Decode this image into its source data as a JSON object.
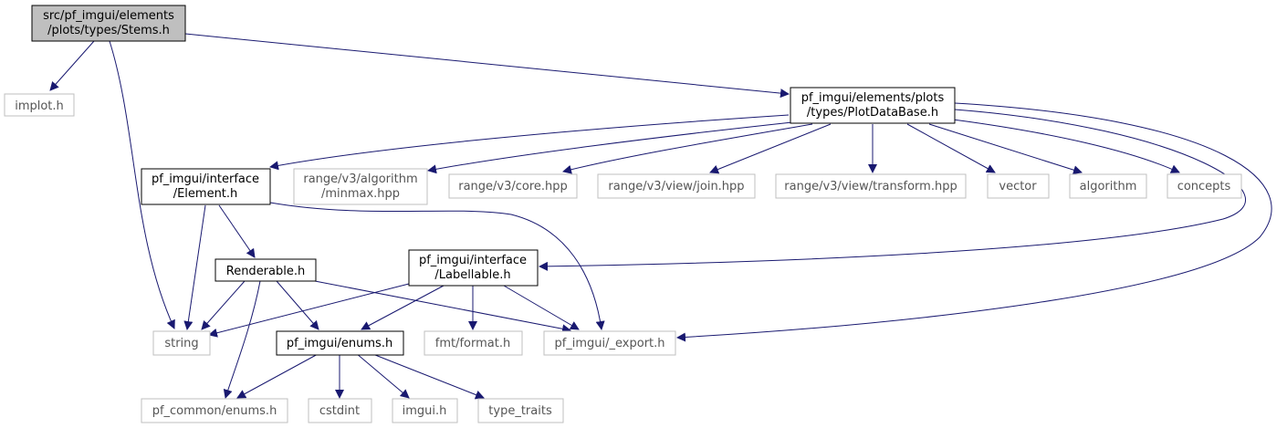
{
  "graph": {
    "nodes": {
      "stems": {
        "lines": [
          "src/pf_imgui/elements",
          "/plots/types/Stems.h"
        ]
      },
      "implot": {
        "lines": [
          "implot.h"
        ]
      },
      "plotdatabase": {
        "lines": [
          "pf_imgui/elements/plots",
          "/types/PlotDataBase.h"
        ]
      },
      "element": {
        "lines": [
          "pf_imgui/interface",
          "/Element.h"
        ]
      },
      "minmax": {
        "lines": [
          "range/v3/algorithm",
          "/minmax.hpp"
        ]
      },
      "core": {
        "lines": [
          "range/v3/core.hpp"
        ]
      },
      "join": {
        "lines": [
          "range/v3/view/join.hpp"
        ]
      },
      "transform": {
        "lines": [
          "range/v3/view/transform.hpp"
        ]
      },
      "vector": {
        "lines": [
          "vector"
        ]
      },
      "algorithm": {
        "lines": [
          "algorithm"
        ]
      },
      "concepts": {
        "lines": [
          "concepts"
        ]
      },
      "renderable": {
        "lines": [
          "Renderable.h"
        ]
      },
      "labellable": {
        "lines": [
          "pf_imgui/interface",
          "/Labellable.h"
        ]
      },
      "string": {
        "lines": [
          "string"
        ]
      },
      "enums": {
        "lines": [
          "pf_imgui/enums.h"
        ]
      },
      "fmt": {
        "lines": [
          "fmt/format.h"
        ]
      },
      "export": {
        "lines": [
          "pf_imgui/_export.h"
        ]
      },
      "common_enums": {
        "lines": [
          "pf_common/enums.h"
        ]
      },
      "cstdint": {
        "lines": [
          "cstdint"
        ]
      },
      "imgui": {
        "lines": [
          "imgui.h"
        ]
      },
      "type_traits": {
        "lines": [
          "type_traits"
        ]
      }
    },
    "edges": [
      [
        "stems",
        "implot"
      ],
      [
        "stems",
        "string"
      ],
      [
        "stems",
        "plotdatabase"
      ],
      [
        "plotdatabase",
        "element"
      ],
      [
        "plotdatabase",
        "minmax"
      ],
      [
        "plotdatabase",
        "core"
      ],
      [
        "plotdatabase",
        "join"
      ],
      [
        "plotdatabase",
        "transform"
      ],
      [
        "plotdatabase",
        "vector"
      ],
      [
        "plotdatabase",
        "algorithm"
      ],
      [
        "plotdatabase",
        "concepts"
      ],
      [
        "plotdatabase",
        "labellable"
      ],
      [
        "plotdatabase",
        "export"
      ],
      [
        "element",
        "string"
      ],
      [
        "element",
        "renderable"
      ],
      [
        "element",
        "export"
      ],
      [
        "renderable",
        "string"
      ],
      [
        "renderable",
        "enums"
      ],
      [
        "renderable",
        "export"
      ],
      [
        "renderable",
        "common_enums"
      ],
      [
        "labellable",
        "string"
      ],
      [
        "labellable",
        "enums"
      ],
      [
        "labellable",
        "fmt"
      ],
      [
        "labellable",
        "export"
      ],
      [
        "enums",
        "common_enums"
      ],
      [
        "enums",
        "cstdint"
      ],
      [
        "enums",
        "imgui"
      ],
      [
        "enums",
        "type_traits"
      ]
    ]
  },
  "colors": {
    "edge": "#191970",
    "root_fill": "#bfbfbf",
    "project_border": "#000000",
    "external_border": "#bfbfbf"
  }
}
